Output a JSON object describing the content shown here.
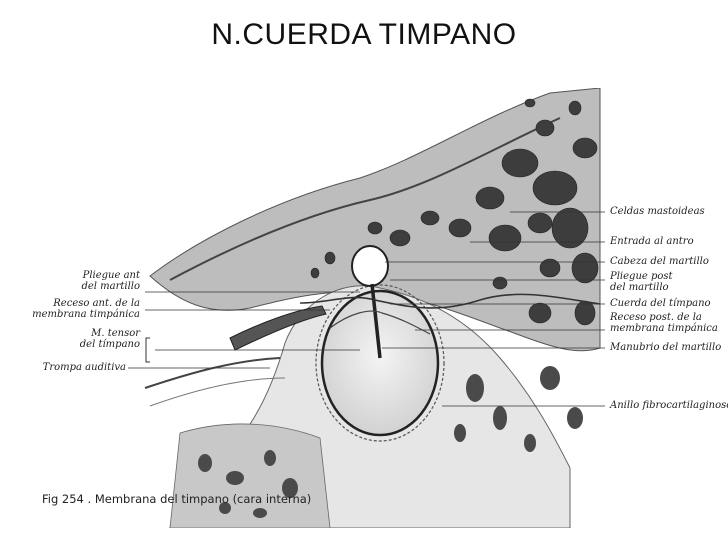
{
  "title": "N.CUERDA TIMPANO",
  "figure": {
    "caption": "Fig 254 . Membrana del timpano (cara interna)",
    "labels_left": [
      {
        "id": "pliegue-ant",
        "lines": [
          "Pliegue ant",
          "del martillo"
        ]
      },
      {
        "id": "receso-ant",
        "lines": [
          "Receso ant. de la",
          "membrana timpánica"
        ]
      },
      {
        "id": "m-tensor",
        "lines": [
          "M. tensor",
          "del tímpano"
        ]
      },
      {
        "id": "trompa",
        "lines": [
          "Trompa auditiva"
        ]
      }
    ],
    "labels_right": [
      {
        "id": "celdas",
        "lines": [
          "Celdas mastoideas"
        ]
      },
      {
        "id": "entrada",
        "lines": [
          "Entrada al antro"
        ]
      },
      {
        "id": "cabeza",
        "lines": [
          "Cabeza del martillo"
        ]
      },
      {
        "id": "pliegue-post",
        "lines": [
          "Pliegue post",
          "del martillo"
        ]
      },
      {
        "id": "cuerda",
        "lines": [
          "Cuerda del tímpano"
        ]
      },
      {
        "id": "receso-post",
        "lines": [
          "Receso post. de la",
          "membrana timpánica"
        ]
      },
      {
        "id": "manubrio",
        "lines": [
          "Manubrio del martillo"
        ]
      },
      {
        "id": "anillo",
        "lines": [
          "Anillo fibrocartilaginoso"
        ]
      }
    ]
  }
}
